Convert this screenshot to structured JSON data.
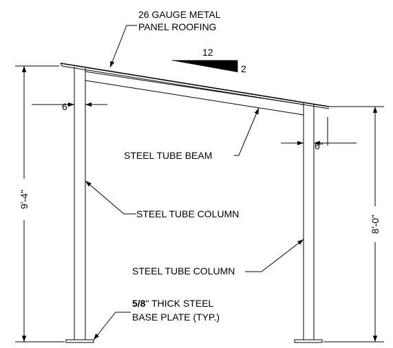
{
  "labels": {
    "roof_line1": "26 GAUGE METAL",
    "roof_line2": "PANEL ROOFING",
    "slope_run": "12",
    "slope_rise": "2",
    "beam": "STEEL TUBE BEAM",
    "column_left": "STEEL TUBE COLUMN",
    "column_right": "STEEL TUBE COLUMN",
    "base_bold": "5/8",
    "base_line1_rest": "\" THICK STEEL",
    "base_line2": "BASE PLATE (TYP.)"
  },
  "dimensions": {
    "left_width": "6\"",
    "right_width": "6\"",
    "left_height": "9'-4\"",
    "right_height": "8'-0\""
  },
  "colors": {
    "line": "#000000",
    "background": "#ffffff"
  }
}
